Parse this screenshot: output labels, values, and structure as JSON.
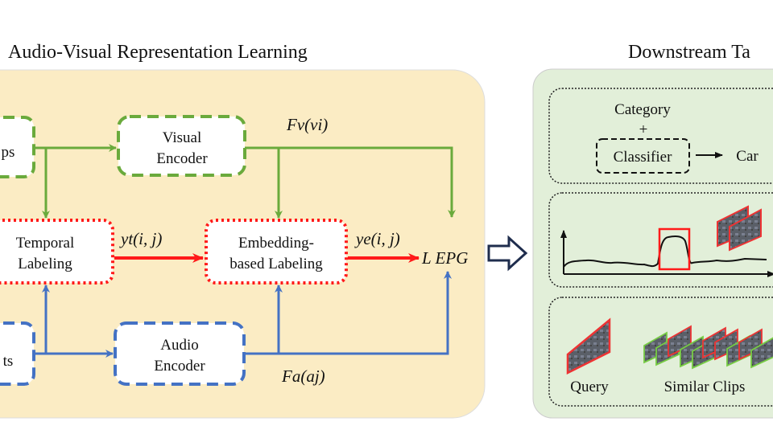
{
  "left_panel": {
    "title": "Audio-Visual Representation Learning",
    "video_clips_partial": "ps",
    "audio_clips_partial": "ts",
    "visual_encoder": [
      "Visual",
      "Encoder"
    ],
    "audio_encoder": [
      "Audio",
      "Encoder"
    ],
    "temporal_labeling": [
      "Temporal",
      "Labeling"
    ],
    "embedding_labeling": [
      "Embedding-",
      "based Labeling"
    ],
    "fv_label": "Fv(vi)",
    "fa_label": "Fa(aj)",
    "yt_label": "yt(i, j)",
    "ye_label": "ye(i, j)",
    "loss_label": "L EPG",
    "colors": {
      "panel": "#fbecc4",
      "visual": "#6aaa3c",
      "audio": "#4472c4",
      "labeling": "#ff1a1a"
    }
  },
  "right_panel": {
    "title": "Downstream Ta",
    "classification": {
      "category": "Category",
      "plus": "+",
      "classifier": "Classifier",
      "output": "Car"
    },
    "retrieval": {
      "query": "Query",
      "similar": "Similar Clips"
    },
    "colors": {
      "panel": "#e2efd9"
    }
  }
}
